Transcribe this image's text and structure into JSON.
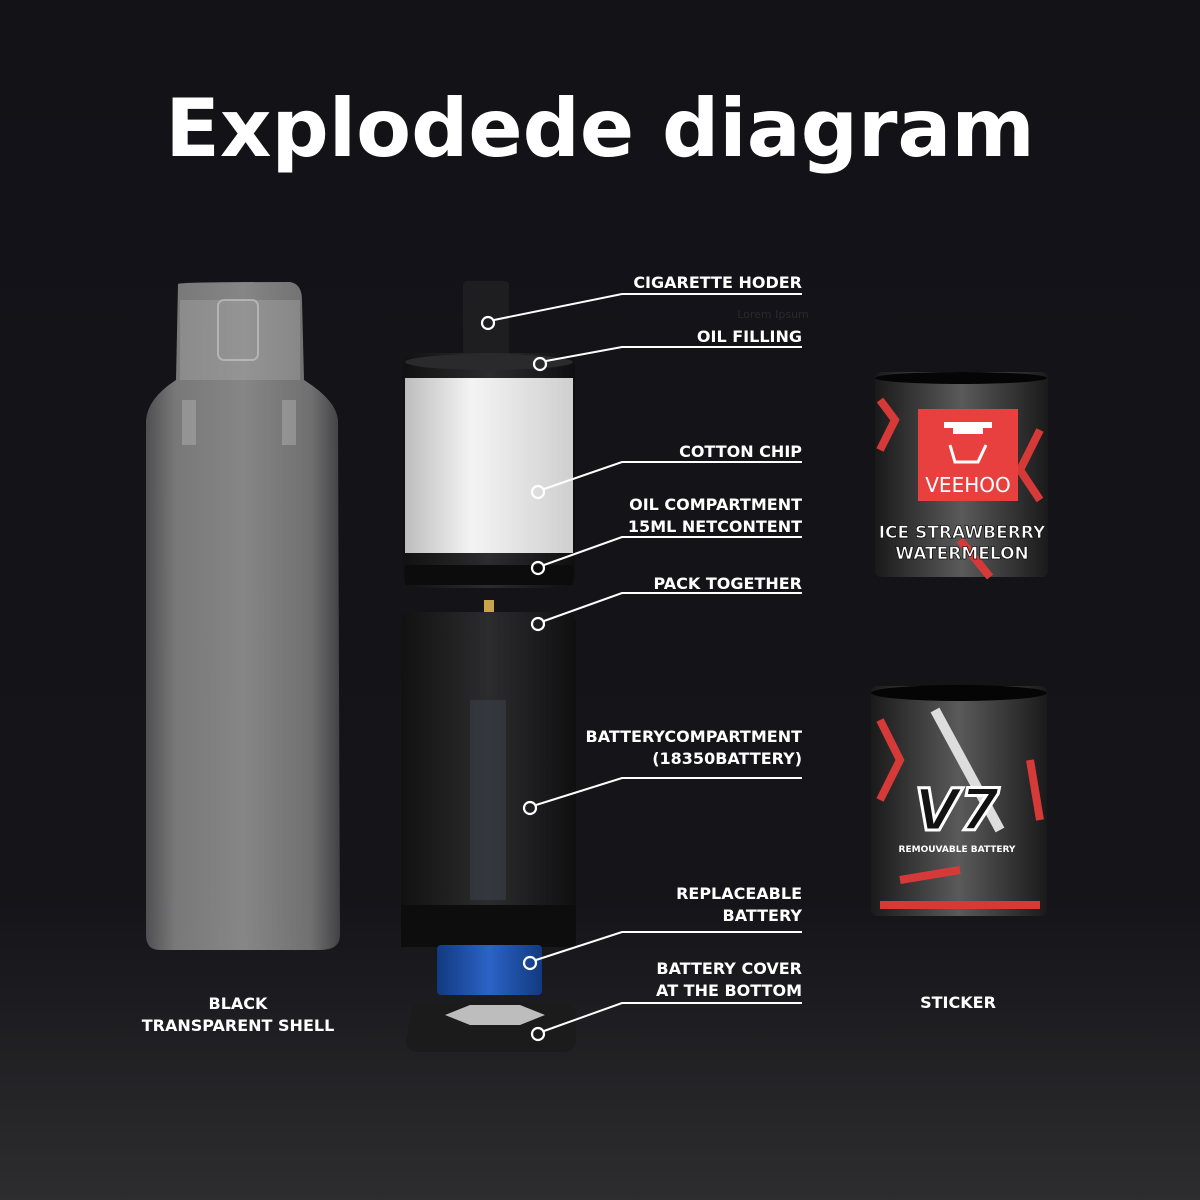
{
  "title": "Explodede diagram",
  "faint_text": "Lorem Ipsum",
  "callouts": [
    {
      "lines": [
        "CIGARETTE HODER"
      ]
    },
    {
      "lines": [
        "OIL FILLING"
      ]
    },
    {
      "lines": [
        "COTTON CHIP"
      ]
    },
    {
      "lines": [
        "OIL COMPARTMENT",
        "15ML NETCONTENT"
      ]
    },
    {
      "lines": [
        "PACK TOGETHER"
      ]
    },
    {
      "lines": [
        "BATTERYCOMPARTMENT",
        "(18350BATTERY)"
      ]
    },
    {
      "lines": [
        "REPLACEABLE",
        "BATTERY"
      ]
    },
    {
      "lines": [
        "BATTERY COVER",
        "AT THE BOTTOM"
      ]
    }
  ],
  "shell_label": [
    "BLACK",
    "TRANSPARENT SHELL"
  ],
  "sticker_label": "STICKER",
  "sticker_1": {
    "brand": "VEEHOO",
    "flavor": [
      "ICE STRAWBERRY",
      "WATERMELON"
    ]
  },
  "sticker_2": {
    "logo": "V7",
    "caption": "REMOUVABLE BATTERY"
  },
  "colors": {
    "background": "#141419",
    "accent_red": "#e8403f",
    "battery_blue": "#1f4fa8"
  }
}
